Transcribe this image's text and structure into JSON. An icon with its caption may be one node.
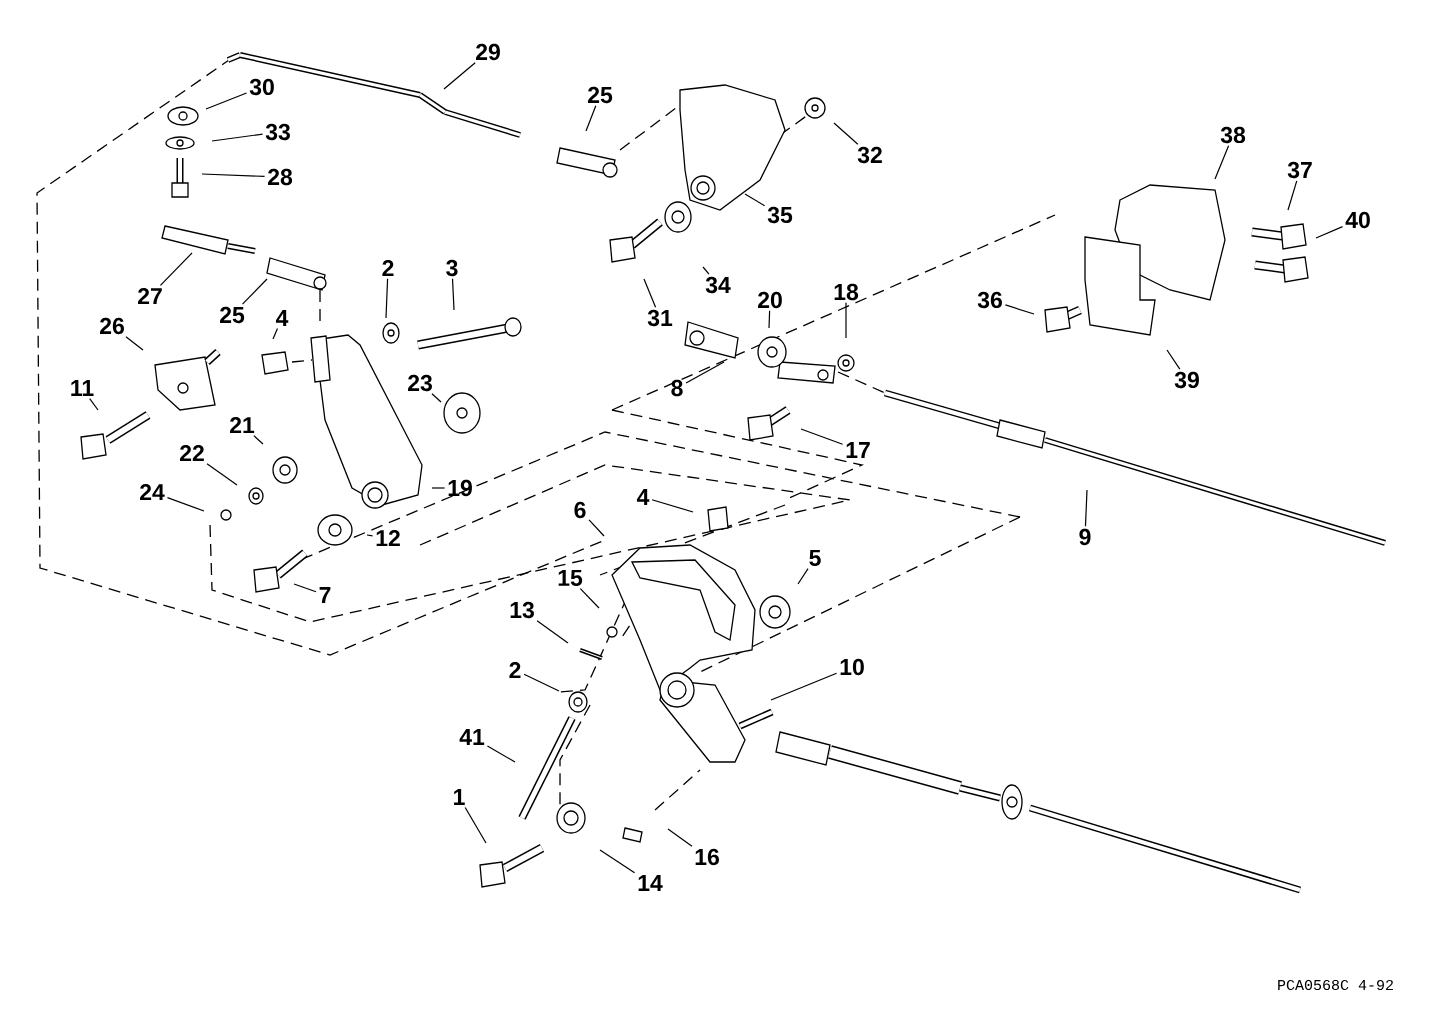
{
  "diagram": {
    "nodes": [
      {
        "text": [
          "29"
        ]
      },
      {
        "text": [
          "30"
        ]
      },
      {
        "text": [
          "33"
        ]
      },
      {
        "text": [
          "28"
        ]
      },
      {
        "text": [
          "27"
        ]
      },
      {
        "text": [
          "25"
        ]
      },
      {
        "text": [
          "4"
        ]
      },
      {
        "text": [
          "2"
        ]
      },
      {
        "text": [
          "3"
        ]
      },
      {
        "text": [
          "26"
        ]
      },
      {
        "text": [
          "23"
        ]
      },
      {
        "text": [
          "11"
        ]
      },
      {
        "text": [
          "21"
        ]
      },
      {
        "text": [
          "22"
        ]
      },
      {
        "text": [
          "19"
        ]
      },
      {
        "text": [
          "24"
        ]
      },
      {
        "text": [
          "12"
        ]
      },
      {
        "text": [
          "7"
        ]
      },
      {
        "text": [
          "25"
        ]
      },
      {
        "text": [
          "32"
        ]
      },
      {
        "text": [
          "35"
        ]
      },
      {
        "text": [
          "34"
        ]
      },
      {
        "text": [
          "31"
        ]
      },
      {
        "text": [
          "20"
        ]
      },
      {
        "text": [
          "18"
        ]
      },
      {
        "text": [
          "8"
        ]
      },
      {
        "text": [
          "17"
        ]
      },
      {
        "text": [
          "9"
        ]
      },
      {
        "text": [
          "38"
        ]
      },
      {
        "text": [
          "37"
        ]
      },
      {
        "text": [
          "40"
        ]
      },
      {
        "text": [
          "36"
        ]
      },
      {
        "text": [
          "39"
        ]
      },
      {
        "text": [
          "4"
        ]
      },
      {
        "text": [
          "6"
        ]
      },
      {
        "text": [
          "15"
        ]
      },
      {
        "text": [
          "5"
        ]
      },
      {
        "text": [
          "13"
        ]
      },
      {
        "text": [
          "10"
        ]
      },
      {
        "text": [
          "2"
        ]
      },
      {
        "text": [
          "41"
        ]
      },
      {
        "text": [
          "1"
        ]
      },
      {
        "text": [
          "16"
        ]
      },
      {
        "text": [
          "14"
        ]
      }
    ],
    "edges": [
      {
        "from": 0,
        "to": null,
        "arrow": "none"
      },
      {
        "from": 1,
        "to": null,
        "arrow": "none"
      },
      {
        "from": 2,
        "to": null,
        "arrow": "none"
      },
      {
        "from": 3,
        "to": null,
        "arrow": "none"
      },
      {
        "from": 4,
        "to": null,
        "arrow": "none"
      },
      {
        "from": 5,
        "to": null,
        "arrow": "none"
      },
      {
        "from": 6,
        "to": null,
        "arrow": "none"
      },
      {
        "from": 7,
        "to": null,
        "arrow": "none"
      },
      {
        "from": 8,
        "to": null,
        "arrow": "none"
      },
      {
        "from": 9,
        "to": null,
        "arrow": "none"
      },
      {
        "from": 10,
        "to": null,
        "arrow": "none"
      },
      {
        "from": 11,
        "to": null,
        "arrow": "none"
      },
      {
        "from": 12,
        "to": null,
        "arrow": "none"
      },
      {
        "from": 13,
        "to": null,
        "arrow": "none"
      },
      {
        "from": 14,
        "to": null,
        "arrow": "none"
      },
      {
        "from": 15,
        "to": null,
        "arrow": "none"
      },
      {
        "from": 16,
        "to": null,
        "arrow": "none"
      },
      {
        "from": 17,
        "to": null,
        "arrow": "none"
      },
      {
        "from": 18,
        "to": null,
        "arrow": "none"
      },
      {
        "from": 19,
        "to": null,
        "arrow": "none"
      },
      {
        "from": 20,
        "to": null,
        "arrow": "none"
      },
      {
        "from": 21,
        "to": null,
        "arrow": "none"
      },
      {
        "from": 22,
        "to": null,
        "arrow": "none"
      },
      {
        "from": 23,
        "to": null,
        "arrow": "none"
      },
      {
        "from": 24,
        "to": null,
        "arrow": "none"
      },
      {
        "from": 25,
        "to": null,
        "arrow": "none"
      },
      {
        "from": 26,
        "to": null,
        "arrow": "none"
      },
      {
        "from": 27,
        "to": null,
        "arrow": "none"
      },
      {
        "from": 28,
        "to": null,
        "arrow": "none"
      },
      {
        "from": 29,
        "to": null,
        "arrow": "none"
      },
      {
        "from": 30,
        "to": null,
        "arrow": "none"
      },
      {
        "from": 31,
        "to": null,
        "arrow": "none"
      },
      {
        "from": 32,
        "to": null,
        "arrow": "none"
      },
      {
        "from": 33,
        "to": null,
        "arrow": "none"
      },
      {
        "from": 34,
        "to": null,
        "arrow": "none"
      },
      {
        "from": 35,
        "to": null,
        "arrow": "none"
      },
      {
        "from": 36,
        "to": null,
        "arrow": "none"
      },
      {
        "from": 37,
        "to": null,
        "arrow": "none"
      },
      {
        "from": 38,
        "to": null,
        "arrow": "none"
      },
      {
        "from": 39,
        "to": null,
        "arrow": "none"
      },
      {
        "from": 40,
        "to": null,
        "arrow": "none"
      },
      {
        "from": 41,
        "to": null,
        "arrow": "none"
      },
      {
        "from": 42,
        "to": null,
        "arrow": "none"
      },
      {
        "from": 43,
        "to": null,
        "arrow": "none"
      }
    ],
    "labels": [
      "PCA0568C 4-92"
    ]
  }
}
